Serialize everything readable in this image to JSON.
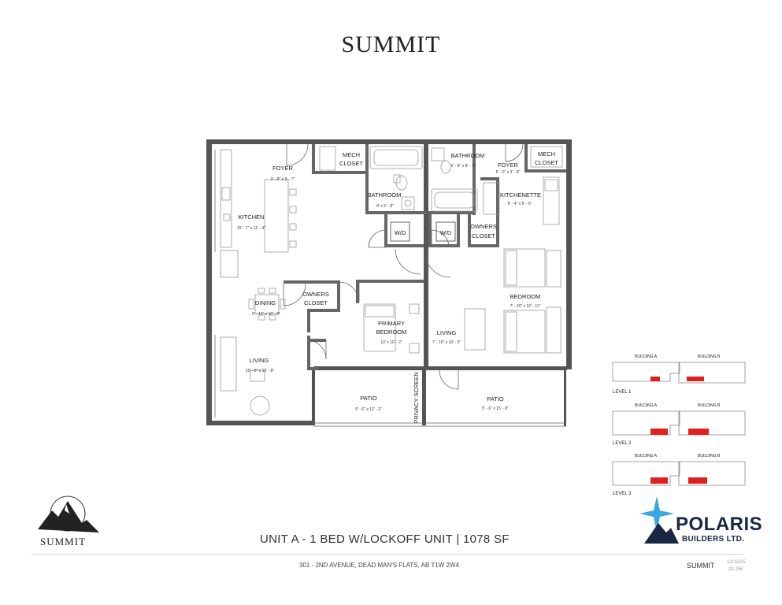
{
  "header": {
    "title": "SUMMIT"
  },
  "rooms": {
    "foyer_a": {
      "name": "FOYER",
      "dim": "3' - 8\" x 5' - 7\""
    },
    "mech_a": {
      "line1": "MECH",
      "line2": "CLOSET"
    },
    "bath_a": {
      "name": "BATHROOM",
      "dim": "8' x 5' - 8\""
    },
    "kitchen": {
      "name": "KITCHEN",
      "dim": "15' - 7\" x 11' - 4\""
    },
    "wd_a": "W/D",
    "dining": {
      "name": "DINING",
      "dim": "5' - 11\" x 10' - 8\""
    },
    "owners_a": {
      "line1": "OWNERS",
      "line2": "CLOSET"
    },
    "primary": {
      "line1": "PRIMARY",
      "line2": "BEDROOM",
      "dim": "10' x 10' - 2\""
    },
    "living_a": {
      "name": "LIVING",
      "dim": "10' - 9\" x 10' - 8\""
    },
    "patio_a": {
      "name": "PATIO",
      "dim": "5' - 6\" x 12' - 2\""
    },
    "privacy": "PRIVACY SCREEN",
    "bath_b": {
      "name": "BATHROOM",
      "dim": "5' - 8\" x 8' - 1\""
    },
    "foyer_b": {
      "name": "FOYER",
      "dim": "5' - 0\" x 3' - 8\""
    },
    "mech_b": {
      "line1": "MECH",
      "line2": "CLOSET"
    },
    "kitchenette": {
      "name": "KITCHENETTE",
      "dim": "6' - 4\" x 5' - 6\""
    },
    "wd_b": "W/D",
    "owners_b": {
      "line1": "OWNERS",
      "line2": "CLOSET"
    },
    "bedroom": {
      "name": "BEDROOM",
      "dim": "7' - 10\" x 16' - 11\""
    },
    "living_b": {
      "name": "LIVING",
      "dim": "7' - 10\" x 10' - 5\""
    },
    "patio_b": {
      "name": "PATIO",
      "dim": "5' - 6\" x 15' - 8\""
    }
  },
  "key_plan": {
    "building_a": "BUILDING A",
    "building_b": "BUILDING B",
    "levels": [
      "LEVEL 1",
      "LEVEL 2",
      "LEVEL 3"
    ],
    "highlight_color": "#e02020"
  },
  "summit_logo": {
    "word": "SUMMIT"
  },
  "unit_title": "UNIT A -  1 BED W/LOCKOFF UNIT | 1078 SF",
  "polaris": {
    "name": "POLARIS",
    "sub": "BUILDERS LTD.",
    "star_color": "#3aa6e0",
    "text_color": "#1a2744"
  },
  "footer": {
    "address": "301 - 2ND AVENUE, DEAD MAN'S FLATS, AB T1W 2W4",
    "name": "SUMMIT",
    "date": "12/12/25",
    "version": "22.256"
  }
}
